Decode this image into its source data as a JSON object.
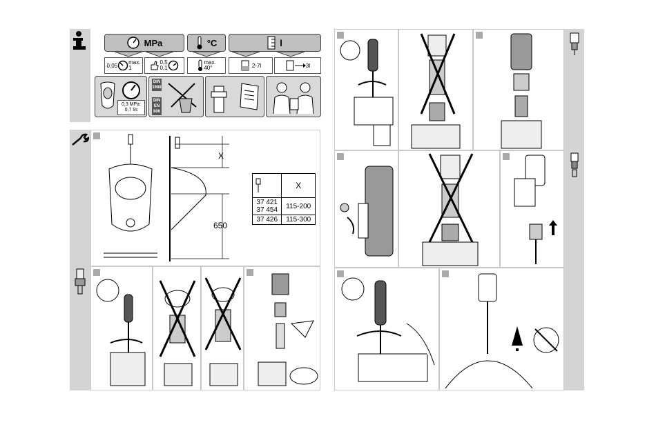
{
  "header": {
    "pressure_unit": "MPa",
    "temperature_unit": "°C",
    "volume_unit": "l",
    "pressure_min": "0,05",
    "pressure_max": "max.\n1",
    "pressure_range_alt": "0,5\n0,1",
    "temperature_max": "max.\n40°",
    "volume_range": "2-7l",
    "volume_alt": "3l"
  },
  "requirements": {
    "flow_spec": "0,3 MPa:\n0,7 l/s",
    "standards": [
      "DIN\n1988",
      "DIN\nEN\n806"
    ]
  },
  "installation": {
    "dimension_x": "X",
    "dimension_650": "650",
    "table": {
      "header": "X",
      "rows": [
        {
          "codes": "37 421\n37 454",
          "value": "115-200"
        },
        {
          "codes": "37 426",
          "value": "115-300"
        }
      ]
    }
  }
}
